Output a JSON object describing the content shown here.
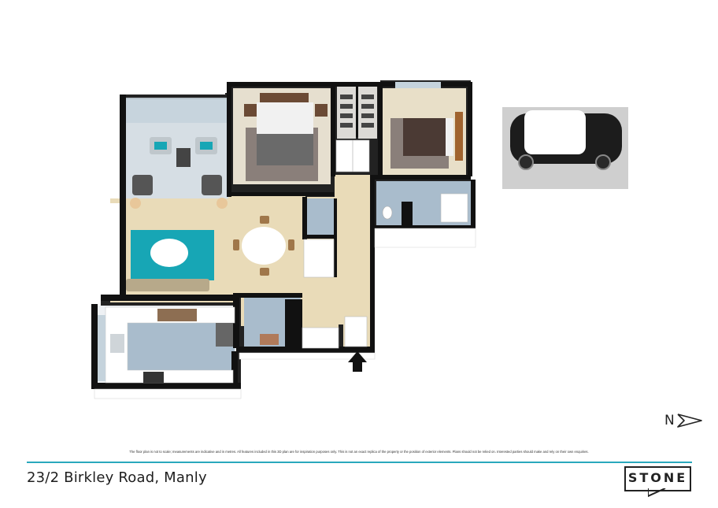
{
  "listing": {
    "address": "23/2 Birkley Road, Manly",
    "disclaimer": "The floor plan is not to scale; measurements are indicative and in metres. All features included in this 3D plan are for inspiration purposes only. This is not an exact replica of the property or the position of exterior elements. Plans should not be relied on. Interested parties should make and rely on their own enquiries."
  },
  "compass": {
    "label": "N"
  },
  "brand": {
    "name": "STONE"
  },
  "colors": {
    "accent_line": "#29a8bd",
    "wall": "#111111",
    "floor_living": "#e9dbb8",
    "tile": "#a9bccc",
    "rug": "#17a6b5",
    "carpet_bed": "#d8cfbf"
  }
}
